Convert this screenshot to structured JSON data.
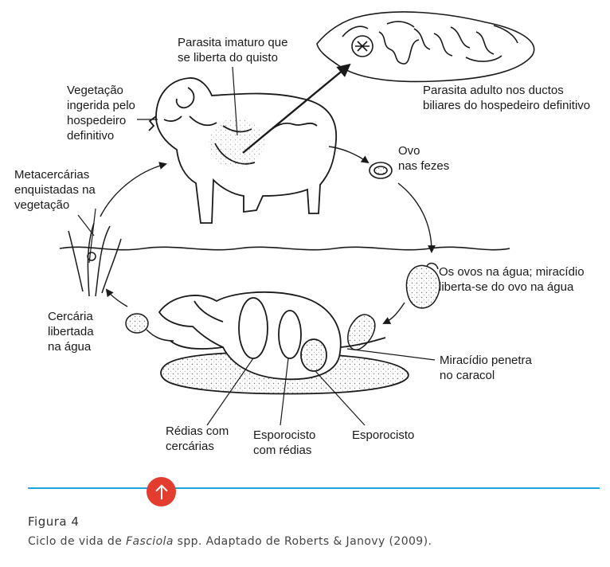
{
  "colors": {
    "accent": "#1ca5d8",
    "button": "#e23d2e",
    "ink": "#1a1a1a"
  },
  "labels": {
    "immature": [
      "Parasita imaturo que",
      "se liberta do quisto"
    ],
    "adult": [
      "Parasita adulto nos ductos",
      "biliares do hospedeiro definitivo"
    ],
    "vegetation": [
      "Vegetação",
      "ingerida pelo",
      "hospedeiro",
      "definitivo"
    ],
    "egg": [
      "Ovo",
      "nas fezes"
    ],
    "metacercariae": [
      "Metacercárias",
      "enquistadas na",
      "vegetação"
    ],
    "eggs_water": [
      "Os ovos na água; miracídio",
      "liberta-se do ovo na água"
    ],
    "cercaria": [
      "Cercária",
      "libertada",
      "na água"
    ],
    "miracidium": [
      "Miracídio penetra",
      "no caracol"
    ],
    "redia": [
      "Rédias com",
      "cercárias"
    ],
    "sporocyst_redia": [
      "Esporocisto",
      "com rédias"
    ],
    "sporocyst": [
      "Esporocisto"
    ]
  },
  "up_button_icon": "arrow-up-icon",
  "figure": {
    "title": "Figura 4",
    "caption_before": "Ciclo de vida de ",
    "caption_italic": "Fasciola",
    "caption_after": " spp. Adaptado de Roberts & Janovy (2009)."
  }
}
